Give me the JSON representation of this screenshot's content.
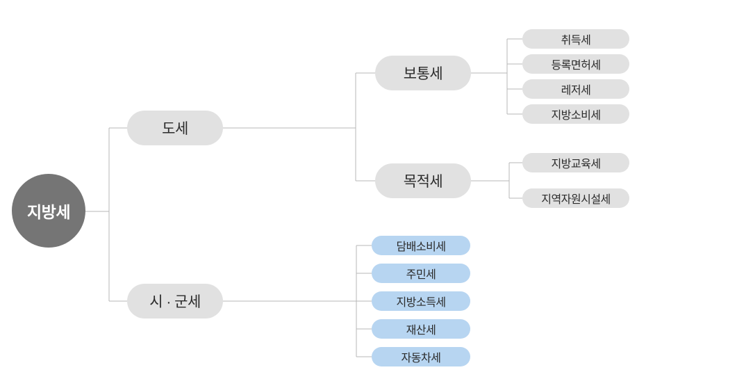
{
  "diagram": {
    "root": {
      "label": "지방세"
    },
    "branches": [
      {
        "label": "도세",
        "children": [
          {
            "label": "보통세",
            "children": [
              {
                "label": "취득세"
              },
              {
                "label": "등록면허세"
              },
              {
                "label": "레저세"
              },
              {
                "label": "지방소비세"
              }
            ]
          },
          {
            "label": "목적세",
            "children": [
              {
                "label": "지방교육세"
              },
              {
                "label": "지역자원시설세"
              }
            ]
          }
        ]
      },
      {
        "label": "시 · 군세",
        "children": [
          {
            "label": "담배소비세"
          },
          {
            "label": "주민세"
          },
          {
            "label": "지방소득세"
          },
          {
            "label": "재산세"
          },
          {
            "label": "자동차세"
          }
        ]
      }
    ],
    "colors": {
      "root_fill": "#757575",
      "root_text": "#ffffff",
      "pill_gray": "#e1e1e1",
      "pill_blue": "#b7d5f1",
      "text": "#2b2b2b",
      "line": "#b7b7b7",
      "bg": "#ffffff"
    }
  }
}
